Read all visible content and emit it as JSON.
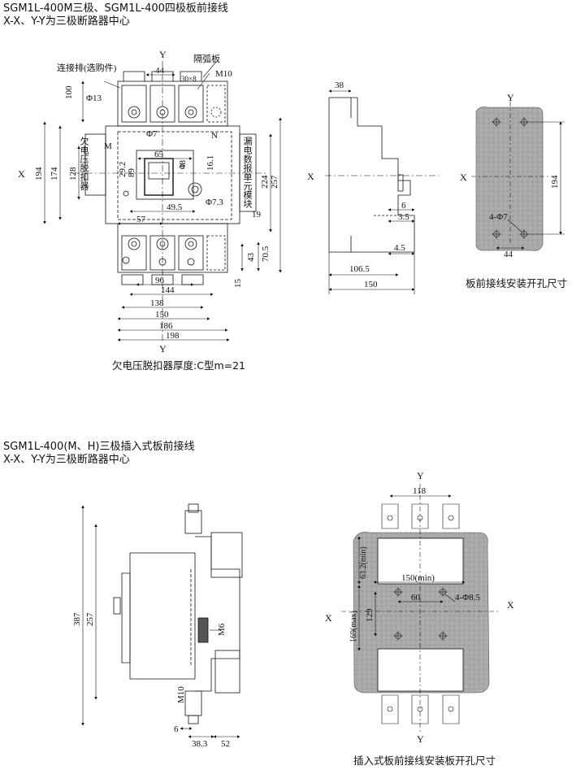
{
  "section1": {
    "title": "SGM1L-400M三极、SGM1L-400四极板前接线",
    "subtitle": "X-X、Y-Y为三极断路器中心",
    "front_view": {
      "axis_x": "X",
      "axis_y": "Y",
      "labels": {
        "connector": "连接排(选购件)",
        "arc_barrier": "隔弧板",
        "m10": "M10",
        "slot": "30×8",
        "phi13": "Φ13",
        "phi7": "Φ7",
        "phi73": "Φ7.3",
        "m": "M",
        "n": "N",
        "undervoltage": "欠电压脱扣器",
        "leakage": "漏电数报单元模块"
      },
      "dims": {
        "d44": "44",
        "d100": "100",
        "d194": "194",
        "d174": "174",
        "d128": "128",
        "d65": "65",
        "d292": "29.2",
        "d89": "89",
        "d48": "48",
        "d161": "16.1",
        "d495": "49.5",
        "d57": "57",
        "d257": "257",
        "d224": "224",
        "d19": "19",
        "d43": "43",
        "d705": "70.5",
        "d15": "15",
        "d96": "96",
        "d144": "144",
        "d138": "138",
        "d150": "150",
        "d186": "186",
        "d198": "198"
      }
    },
    "side_view": {
      "axis_x": "X",
      "dims": {
        "d38": "38",
        "d6": "6",
        "d35": "3.5",
        "d45": "4.5",
        "d1065": "106.5",
        "d150": "150"
      }
    },
    "panel_view": {
      "axis_x": "X",
      "axis_y": "Y",
      "dims": {
        "d194": "194",
        "holes": "4-Φ7",
        "d44": "44"
      },
      "caption": "板前接线安装开孔尺寸"
    },
    "note": "欠电压脱扣器厚度:C型m=21"
  },
  "section2": {
    "title": "SGM1L-400(M、H)三极插入式板前接线",
    "subtitle": "X-X、Y-Y为三极断路器中心",
    "side_view": {
      "dims": {
        "d387": "387",
        "d257": "257",
        "m6": "M6",
        "m10": "M10",
        "d6": "6",
        "d383": "38.3",
        "d52": "52"
      }
    },
    "panel_view": {
      "axis_x": "X",
      "axis_y": "Y",
      "dims": {
        "d118": "118",
        "d632": "63.2(min)",
        "d150": "150(min)",
        "d60": "60",
        "holes": "4-Φ8.5",
        "d129": "129",
        "d169": "169(max)"
      },
      "caption": "插入式板前接线安装板开孔尺寸"
    }
  }
}
